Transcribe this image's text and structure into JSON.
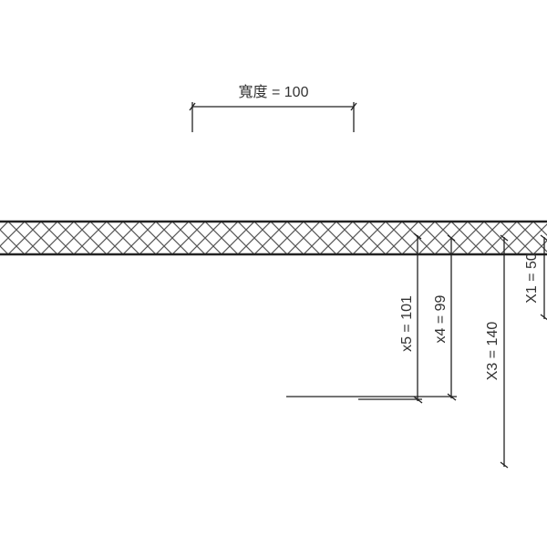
{
  "dimensions": {
    "width_label": "寬度 = 100",
    "x5_label": "x5 = 101",
    "x4_label": "x4 = 99",
    "x3_label": "X3 = 140",
    "x1_label": "X1 = 50"
  },
  "colors": {
    "line": "#222222",
    "hatch": "#555555",
    "text": "#333333"
  }
}
